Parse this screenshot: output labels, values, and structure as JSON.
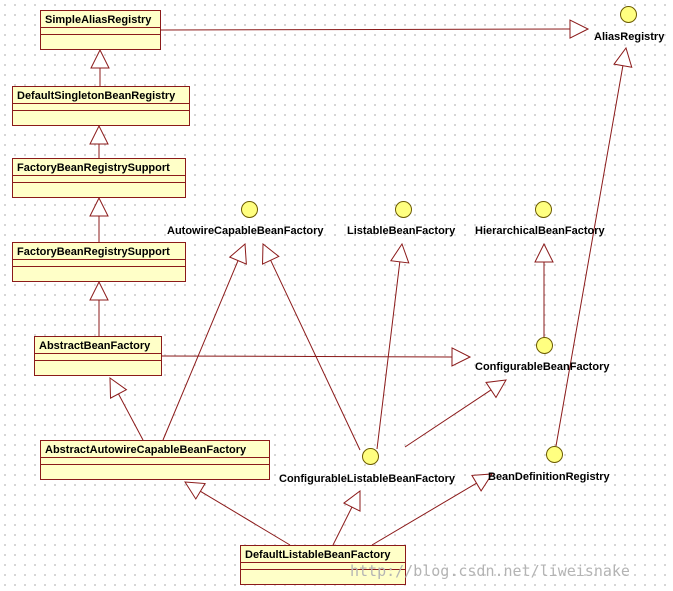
{
  "classes": {
    "simple_alias_registry": "SimpleAliasRegistry",
    "default_singleton_bean_registry": "DefaultSingletonBeanRegistry",
    "factory_bean_registry_support_1": "FactoryBeanRegistrySupport",
    "factory_bean_registry_support_2": "FactoryBeanRegistrySupport",
    "abstract_bean_factory": "AbstractBeanFactory",
    "abstract_autowire_capable_bean_factory": "AbstractAutowireCapableBeanFactory",
    "default_listable_bean_factory": "DefaultListableBeanFactory"
  },
  "interfaces": {
    "alias_registry": "AliasRegistry",
    "autowire_capable_bean_factory": "AutowireCapableBeanFactory",
    "listable_bean_factory": "ListableBeanFactory",
    "hierarchical_bean_factory": "HierarchicalBeanFactory",
    "configurable_bean_factory": "ConfigurableBeanFactory",
    "configurable_listable_bean_factory": "ConfigurableListableBeanFactory",
    "bean_definition_registry": "BeanDefinitionRegistry"
  },
  "watermark": "http://blog.csdn.net/liweisnake",
  "colors": {
    "class_fill": "#ffffc8",
    "interface_fill": "#ffff80",
    "border": "#8b1a1a",
    "line": "#8b1a1a"
  }
}
